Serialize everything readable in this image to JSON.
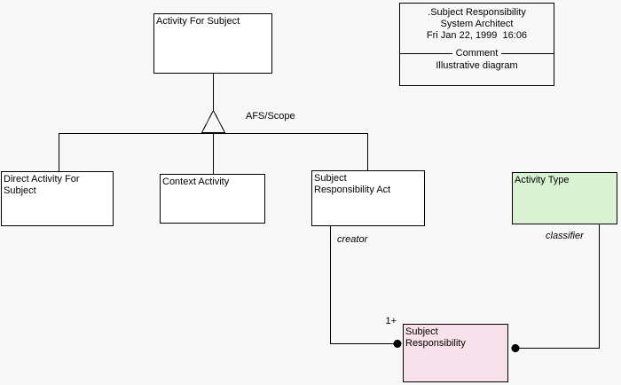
{
  "colors": {
    "background": "#f8f8f8",
    "box_fill": "#ffffff",
    "line": "#000000",
    "activity_type_fill": "#d9f2d2",
    "subject_responsibility_fill": "#f7e1ea"
  },
  "stamp": {
    "title": ".Subject Responsibility",
    "author": "System Architect",
    "datetime": "Fri Jan 22, 1999  16:06",
    "comment_label": "Comment",
    "comment_text": "Illustrative diagram"
  },
  "nodes": {
    "activity_for_subject": {
      "lines": [
        "Activity For Subject"
      ]
    },
    "direct_activity_for_subject": {
      "lines": [
        "Direct Activity For",
        "Subject"
      ]
    },
    "context_activity": {
      "lines": [
        "Context Activity"
      ]
    },
    "subject_responsibility_act": {
      "lines": [
        "Subject",
        "Responsibility Act"
      ]
    },
    "activity_type": {
      "lines": [
        "Activity Type"
      ]
    },
    "subject_responsibility": {
      "lines": [
        "Subject",
        "Responsibility"
      ]
    }
  },
  "edges": {
    "generalization_label": "AFS/Scope",
    "creator_label": "creator",
    "classifier_label": "classifier",
    "multiplicity_label": "1+"
  }
}
